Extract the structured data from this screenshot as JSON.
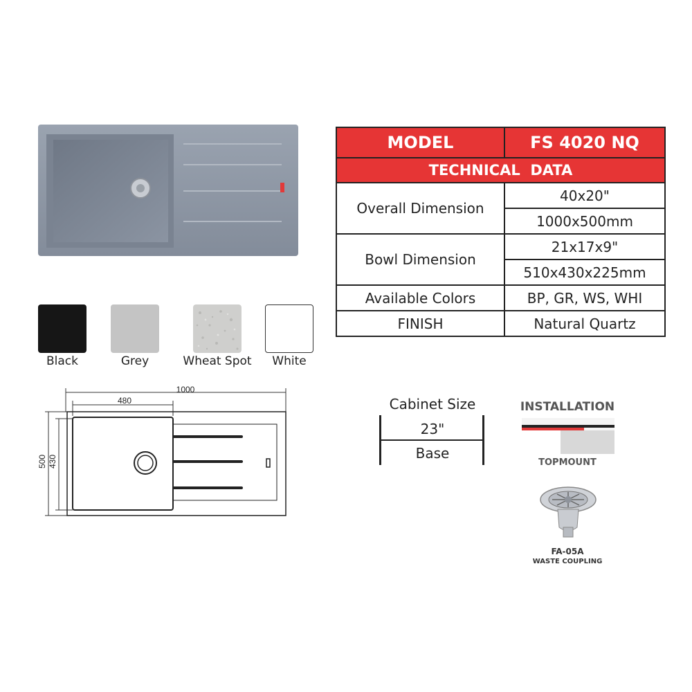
{
  "spec": {
    "model_label": "MODEL",
    "model_value": "FS 4020 NQ",
    "section_title": "TECHNICAL  DATA",
    "rows": [
      {
        "label": "Overall Dimension",
        "values": [
          "40x20\"",
          "1000x500mm"
        ]
      },
      {
        "label": "Bowl Dimension",
        "values": [
          "21x17x9\"",
          "510x430x225mm"
        ]
      },
      {
        "label": "Available Colors",
        "values": [
          "BP, GR, WS, WHI"
        ]
      },
      {
        "label": "FINISH",
        "values": [
          "Natural Quartz"
        ]
      }
    ],
    "header_color": "#e63535"
  },
  "swatches": [
    {
      "name": "Black",
      "color": "#161616"
    },
    {
      "name": "Grey",
      "color": "#c4c4c4"
    },
    {
      "name": "Wheat Spot",
      "color": "#cdcdcb"
    },
    {
      "name": "White",
      "color": "#ffffff"
    }
  ],
  "drawing": {
    "width_total": "1000",
    "width_bowl": "480",
    "height_total": "500",
    "height_bowl": "430"
  },
  "cabinet": {
    "title": "Cabinet Size",
    "size": "23\"",
    "base": "Base"
  },
  "installation": {
    "title": "INSTALLATION",
    "mount": "TOPMOUNT",
    "coupling_code": "FA-05A",
    "coupling_name": "WASTE COUPLING"
  },
  "product_color": "#8e97a5"
}
